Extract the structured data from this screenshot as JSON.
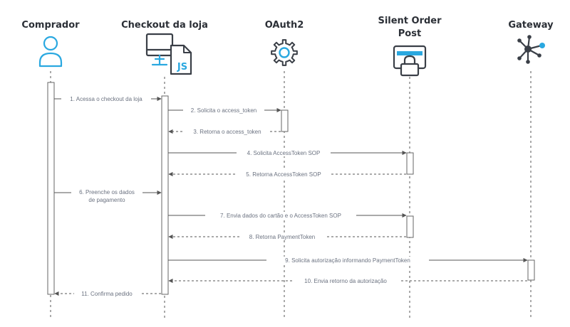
{
  "colors": {
    "accent": "#2aa8e0",
    "icon_dark": "#3a3f47",
    "line": "#555555"
  },
  "participants": [
    {
      "id": "comprador",
      "title": "Comprador",
      "icon": "user-icon"
    },
    {
      "id": "checkout",
      "title": "Checkout da loja",
      "icon": "monitor-js-icon",
      "badge": "JS"
    },
    {
      "id": "oauth2",
      "title": "OAuth2",
      "icon": "gear-icon"
    },
    {
      "id": "sop",
      "title_lines": [
        "Silent Order",
        "Post"
      ],
      "icon": "card-lock-icon"
    },
    {
      "id": "gateway",
      "title": "Gateway",
      "icon": "network-hub-icon"
    }
  ],
  "messages": [
    {
      "from": "comprador",
      "to": "checkout",
      "type": "call",
      "lines": [
        "1. Acessa o checkout da loja"
      ]
    },
    {
      "from": "checkout",
      "to": "oauth2",
      "type": "call",
      "lines": [
        "2. Solicita o access_token"
      ]
    },
    {
      "from": "oauth2",
      "to": "checkout",
      "type": "return",
      "lines": [
        "3. Retorna o access_token"
      ]
    },
    {
      "from": "checkout",
      "to": "sop",
      "type": "call",
      "lines": [
        "4. Solicita AccessToken SOP"
      ]
    },
    {
      "from": "sop",
      "to": "checkout",
      "type": "return",
      "lines": [
        "5. Retorna AccessToken SOP"
      ]
    },
    {
      "from": "comprador",
      "to": "checkout",
      "type": "call",
      "lines": [
        "6. Preenche os dados",
        "de pagamento"
      ]
    },
    {
      "from": "checkout",
      "to": "sop",
      "type": "call",
      "lines": [
        "7. Envia dados do cartão e o AccessToken SOP"
      ]
    },
    {
      "from": "sop",
      "to": "checkout",
      "type": "return",
      "lines": [
        "8. Retorna PaymentToken"
      ]
    },
    {
      "from": "checkout",
      "to": "gateway",
      "type": "call",
      "lines": [
        "9. Solicita autorização informando PaymentToken"
      ]
    },
    {
      "from": "gateway",
      "to": "checkout",
      "type": "return",
      "lines": [
        "10. Envia retorno da autorização"
      ]
    },
    {
      "from": "checkout",
      "to": "comprador",
      "type": "return",
      "lines": [
        "11. Confirma pedido"
      ]
    }
  ]
}
